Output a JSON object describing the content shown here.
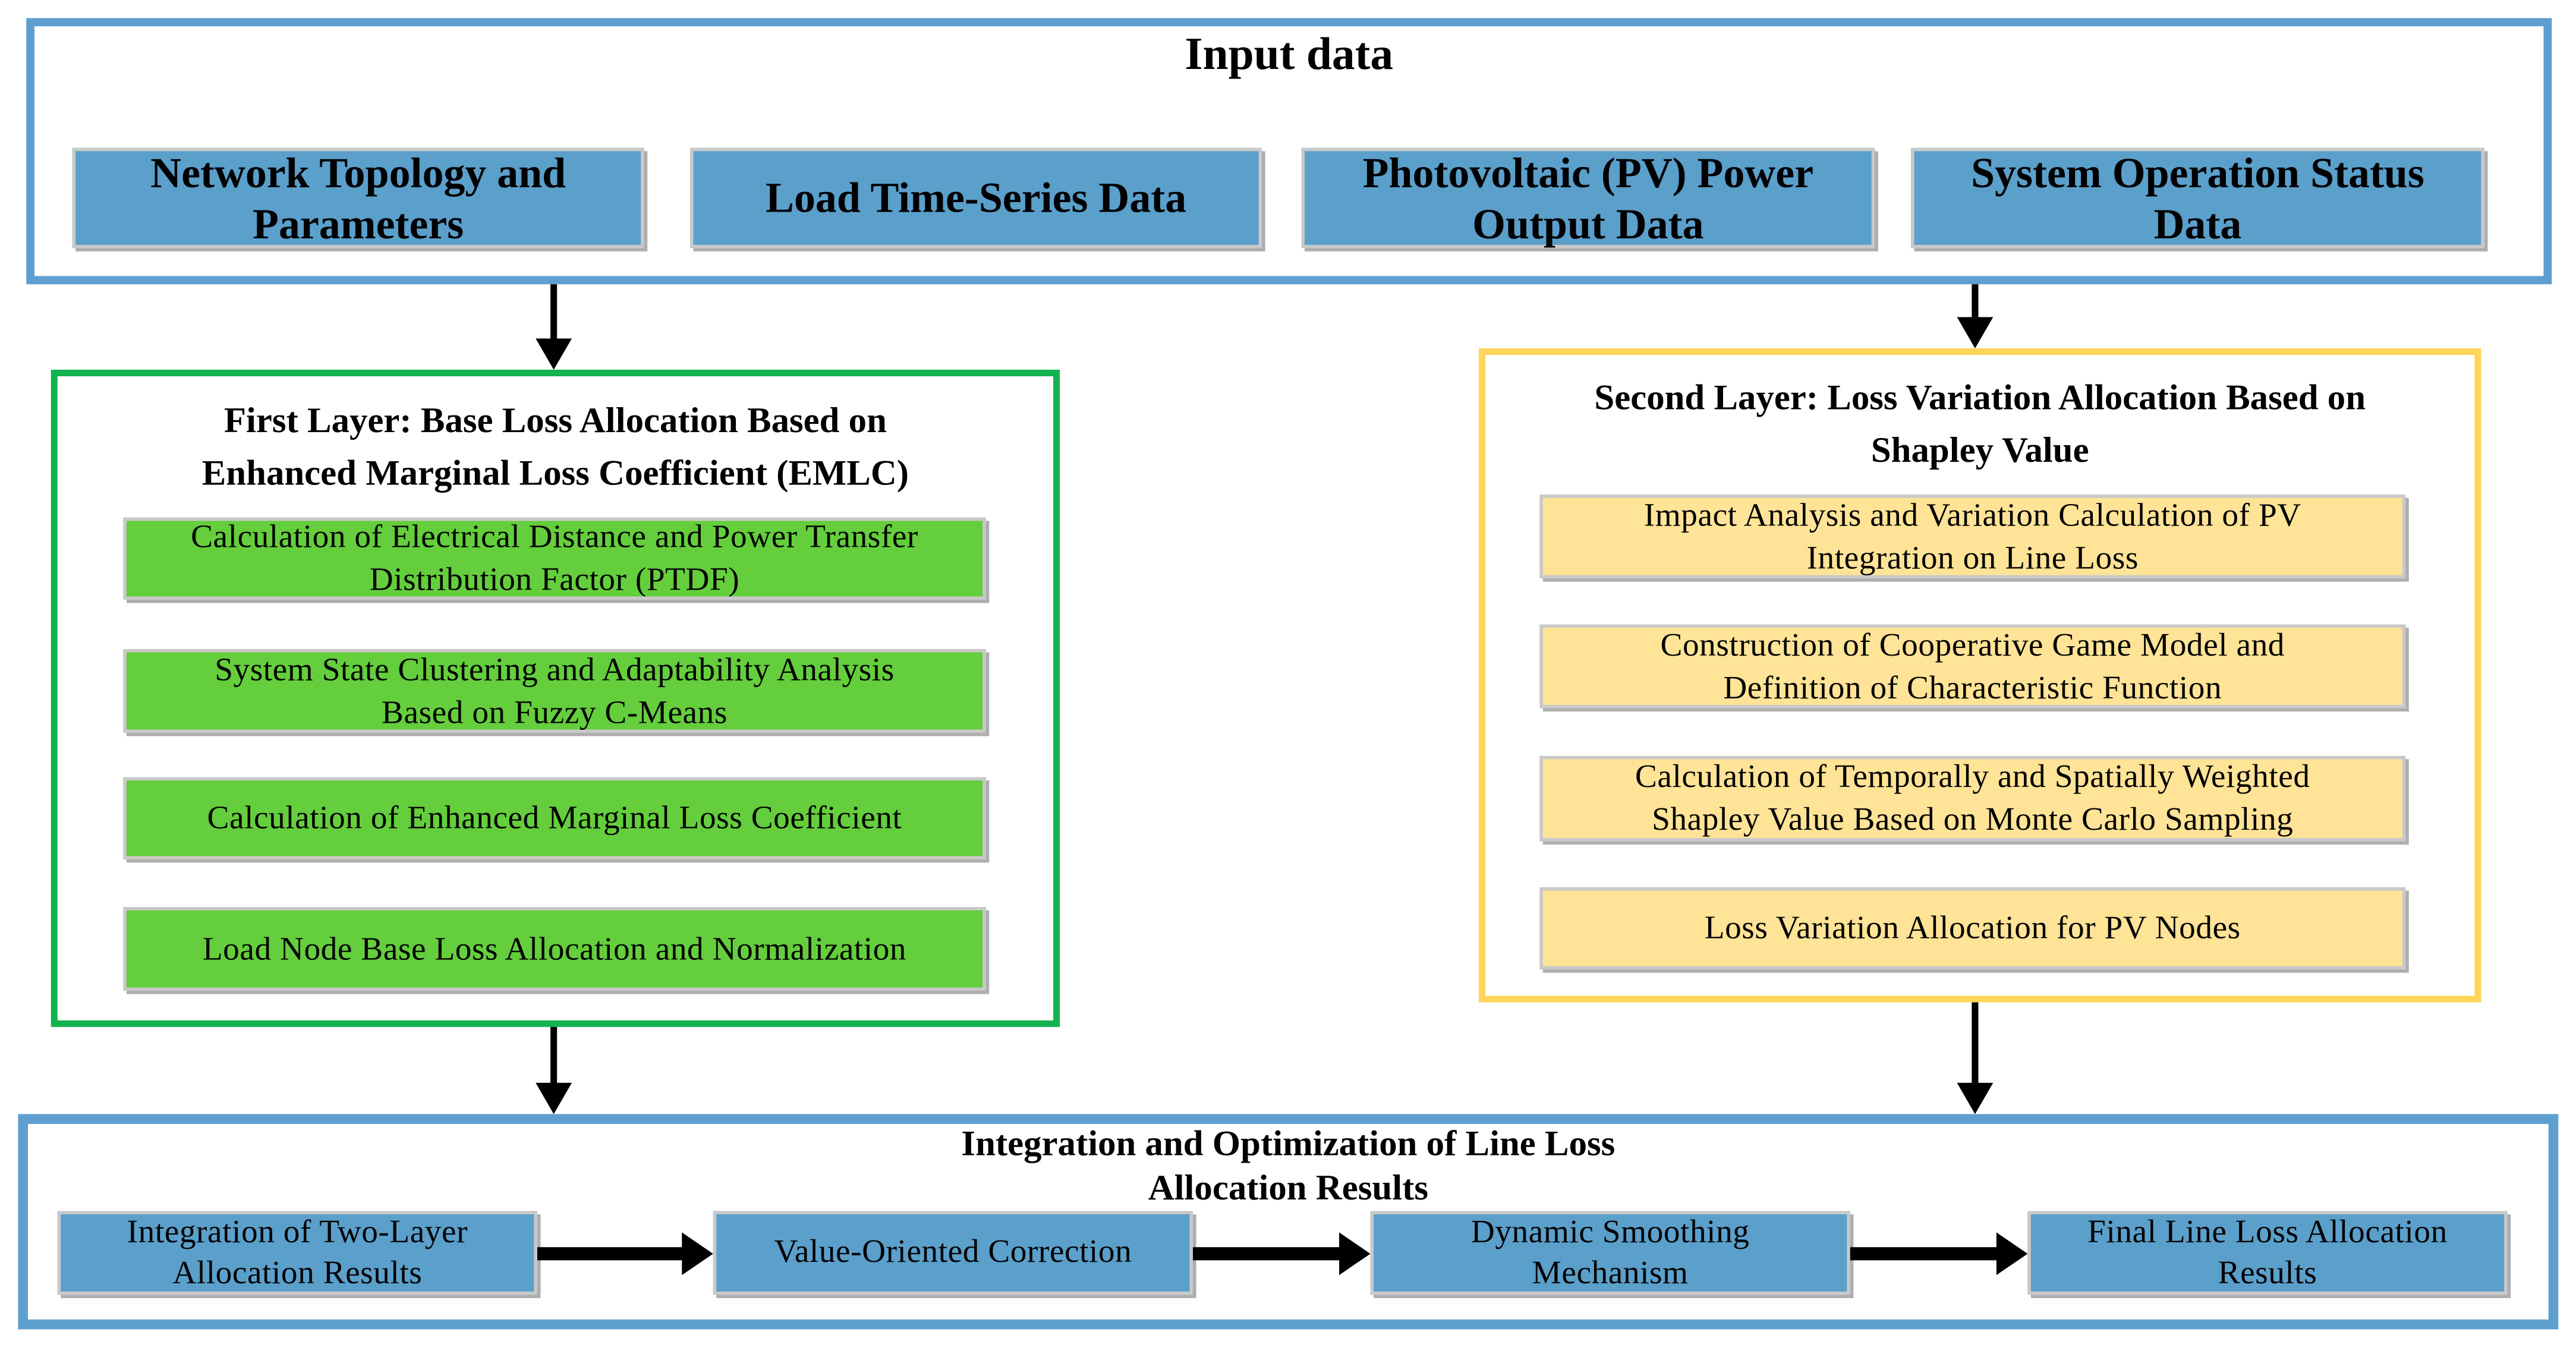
{
  "figure": {
    "type": "flowchart",
    "background": "#FFFFFF"
  },
  "colors": {
    "blue_node_fill": "#5B9FCB",
    "blue_container_border": "#5E9FD0",
    "first_layer_container_border": "#12B24E",
    "first_layer_node_fill": "#64CE3C",
    "second_layer_container_border": "#FFD45A",
    "second_layer_node_fill": "#FFE396",
    "node_border_gray": "#C9C9C9",
    "arrow": "#000000",
    "text": "#000000"
  },
  "input_section": {
    "title": "Input data",
    "boxes": [
      {
        "label": "Network Topology and\nParameters"
      },
      {
        "label": "Load Time-Series Data"
      },
      {
        "label": "Photovoltaic (PV) Power\nOutput Data"
      },
      {
        "label": "System Operation Status\nData"
      }
    ]
  },
  "first_layer": {
    "title": "First Layer: Base Loss Allocation Based on\nEnhanced Marginal Loss Coefficient (EMLC)",
    "steps": [
      {
        "label": "Calculation of Electrical Distance and Power Transfer\nDistribution Factor (PTDF)"
      },
      {
        "label": "System State Clustering and Adaptability Analysis\nBased on Fuzzy C-Means"
      },
      {
        "label": "Calculation of Enhanced Marginal Loss Coefficient"
      },
      {
        "label": "Load Node Base Loss Allocation and Normalization"
      }
    ]
  },
  "second_layer": {
    "title": "Second Layer: Loss Variation Allocation Based on\nShapley Value",
    "steps": [
      {
        "label": "Impact Analysis and Variation Calculation of PV\nIntegration on Line Loss"
      },
      {
        "label": "Construction of Cooperative Game Model and\nDefinition of Characteristic Function"
      },
      {
        "label": "Calculation of Temporally and Spatially Weighted\nShapley Value Based on Monte Carlo Sampling"
      },
      {
        "label": "Loss Variation Allocation for PV Nodes"
      }
    ]
  },
  "integration_section": {
    "title": "Integration and Optimization of Line Loss\nAllocation Results",
    "steps": [
      {
        "label": "Integration of Two-Layer\nAllocation Results"
      },
      {
        "label": "Value-Oriented Correction"
      },
      {
        "label": "Dynamic Smoothing\nMechanism"
      },
      {
        "label": "Final Line Loss Allocation\nResults"
      }
    ]
  }
}
